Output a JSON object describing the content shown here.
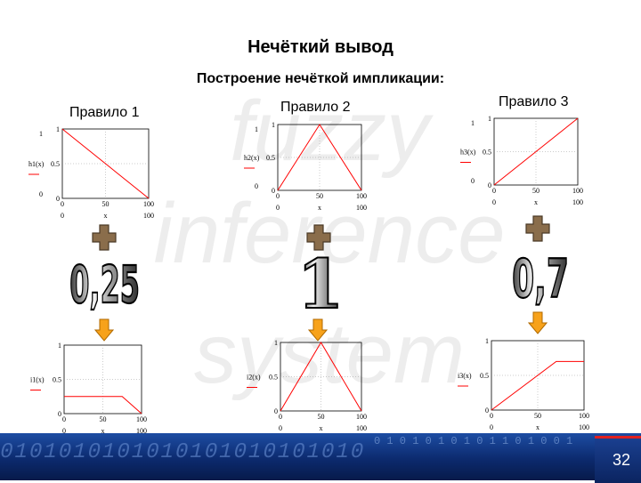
{
  "slide": {
    "title": "Нечёткий вывод",
    "subtitle": "Построение нечёткой импликации:",
    "watermark": [
      "fuzzy",
      "inference",
      "system"
    ],
    "page_number": "32",
    "footer_bits": "0101010101010101010101010",
    "footer_bits_small": "0 1 0 1 0 1 0 1 0 1 1 0 1 0 0 1",
    "accent_color": "#e02020",
    "curve_color": "#ff0000"
  },
  "rules": [
    {
      "label": "Правило 1",
      "weight": "0,25"
    },
    {
      "label": "Правило 2",
      "weight": "1"
    },
    {
      "label": "Правило 3",
      "weight": "0,7"
    }
  ],
  "chart_data": [
    {
      "type": "line",
      "ylabel": "h1(x)",
      "xlabel": "x",
      "x": [
        0,
        100
      ],
      "y": [
        1,
        0
      ],
      "xlim": [
        0,
        100
      ],
      "ylim": [
        0,
        1
      ],
      "xticks": [
        "0",
        "50",
        "100"
      ],
      "yticks": [
        "0",
        "0.5",
        "1"
      ],
      "xrange_labels": [
        "0",
        "100"
      ],
      "ymarks": [
        "1",
        "0"
      ]
    },
    {
      "type": "line",
      "ylabel": "h2(x)",
      "xlabel": "x",
      "x": [
        0,
        50,
        100
      ],
      "y": [
        0,
        1,
        0
      ],
      "xlim": [
        0,
        100
      ],
      "ylim": [
        0,
        1
      ],
      "xticks": [
        "0",
        "50",
        "100"
      ],
      "yticks": [
        "0",
        "0.5",
        "1"
      ],
      "xrange_labels": [
        "0",
        "100"
      ],
      "ymarks": [
        "1",
        "0"
      ]
    },
    {
      "type": "line",
      "ylabel": "h3(x)",
      "xlabel": "x",
      "x": [
        0,
        100
      ],
      "y": [
        0,
        1
      ],
      "xlim": [
        0,
        100
      ],
      "ylim": [
        0,
        1
      ],
      "xticks": [
        "0",
        "50",
        "100"
      ],
      "yticks": [
        "0",
        "0.5",
        "1"
      ],
      "xrange_labels": [
        "0",
        "100"
      ],
      "ymarks": [
        "1",
        "0"
      ]
    },
    {
      "type": "line",
      "ylabel": "i1(x)",
      "xlabel": "x",
      "x": [
        0,
        75,
        100
      ],
      "y": [
        0.25,
        0.25,
        0
      ],
      "xlim": [
        0,
        100
      ],
      "ylim": [
        0,
        1
      ],
      "xticks": [
        "0",
        "50",
        "100"
      ],
      "yticks": [
        "0",
        "0.5",
        "1"
      ],
      "xrange_labels": [
        "0",
        "100"
      ],
      "ymarks": []
    },
    {
      "type": "line",
      "ylabel": "i2(x)",
      "xlabel": "x",
      "x": [
        0,
        50,
        100
      ],
      "y": [
        0,
        1,
        0
      ],
      "xlim": [
        0,
        100
      ],
      "ylim": [
        0,
        1
      ],
      "xticks": [
        "0",
        "50",
        "100"
      ],
      "yticks": [
        "0",
        "0.5",
        "1"
      ],
      "xrange_labels": [
        "0",
        "100"
      ],
      "ymarks": []
    },
    {
      "type": "line",
      "ylabel": "i3(x)",
      "xlabel": "x",
      "x": [
        0,
        70,
        100
      ],
      "y": [
        0,
        0.7,
        0.7
      ],
      "xlim": [
        0,
        100
      ],
      "ylim": [
        0,
        1
      ],
      "xticks": [
        "0",
        "50",
        "100"
      ],
      "yticks": [
        "0",
        "0.5",
        "1"
      ],
      "xrange_labels": [
        "0",
        "100"
      ],
      "ymarks": []
    }
  ]
}
